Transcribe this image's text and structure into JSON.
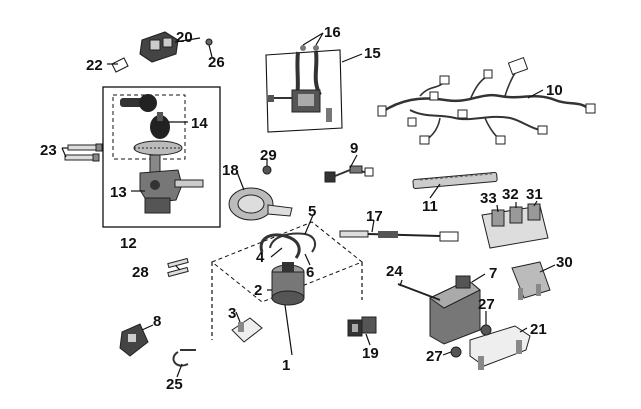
{
  "diagram": {
    "callouts": [
      "1",
      "2",
      "3",
      "4",
      "5",
      "6",
      "7",
      "8",
      "9",
      "10",
      "11",
      "12",
      "13",
      "14",
      "15",
      "16",
      "17",
      "18",
      "19",
      "20",
      "21",
      "22",
      "23",
      "24",
      "25",
      "26",
      "27",
      "27",
      "28",
      "29",
      "30",
      "31",
      "32",
      "33"
    ]
  }
}
